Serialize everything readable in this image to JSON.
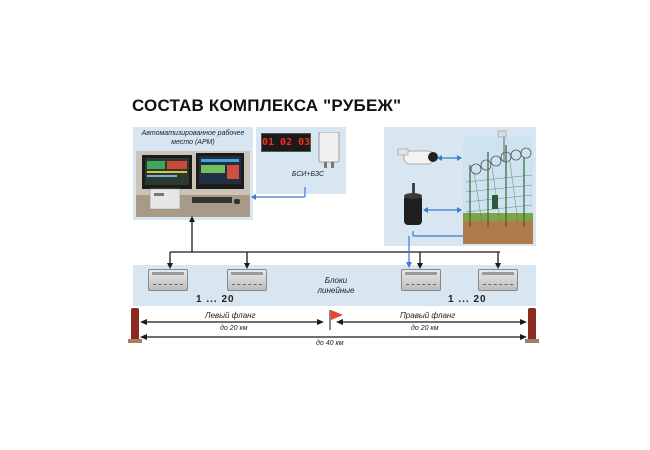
{
  "title": "СОСТАВ КОМПЛЕКСА \"РУБЕЖ\"",
  "arm": {
    "label": "Автоматизированное рабочее место (АРМ)"
  },
  "display": {
    "digits": "01 02 03",
    "label": "БСИ+БЗС"
  },
  "line_blocks": {
    "label": "Блоки линейные",
    "left_count": "1 ... 20",
    "right_count": "1 ... 20"
  },
  "flanks": {
    "left_label": "Левый фланг",
    "left_dist": "до 20 км",
    "right_label": "Правый фланг",
    "right_dist": "до 20 км",
    "total_dist": "до 40 км"
  },
  "colors": {
    "panel": "#d8e6f1",
    "line": "#1a1a1a",
    "link": "#3a7bd5",
    "flag": "#e8452a",
    "digits": "#ff2a1a"
  }
}
